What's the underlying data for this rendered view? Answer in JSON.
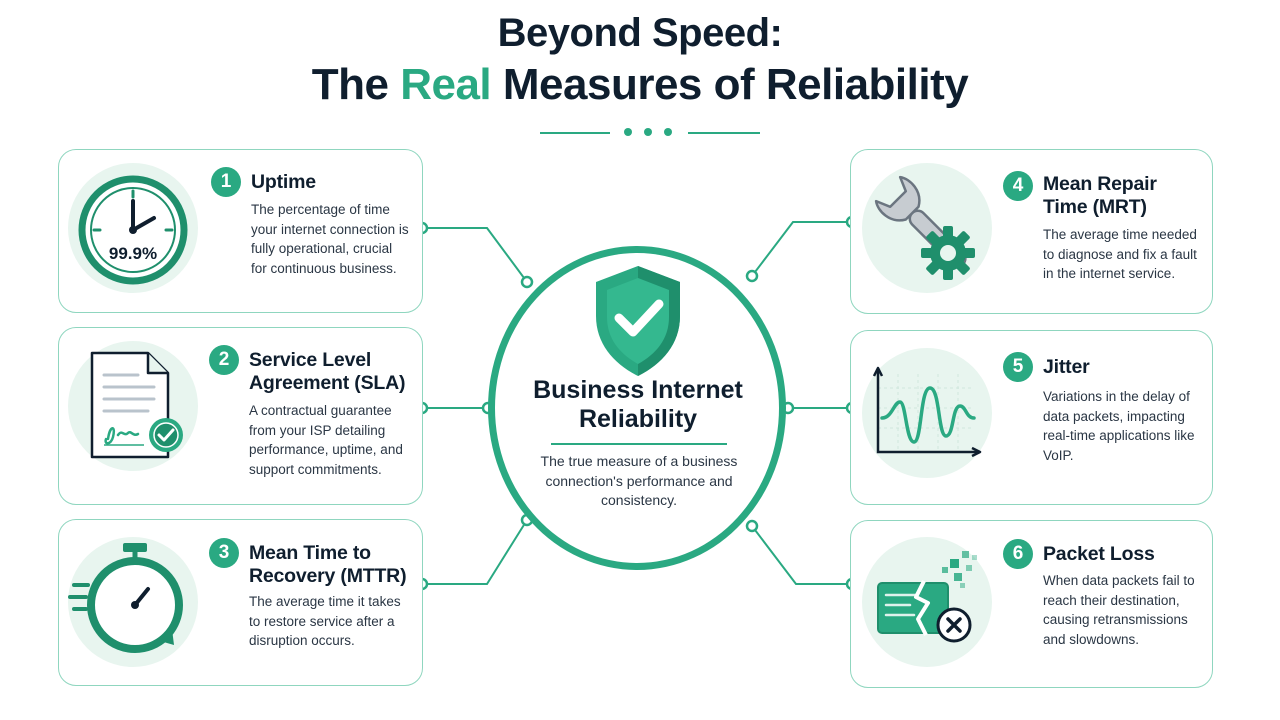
{
  "title": {
    "line1": "Beyond Speed:",
    "line2_prefix": "The ",
    "line2_accent": "Real",
    "line2_suffix": " Measures of Reliability"
  },
  "colors": {
    "accent": "#2aa982",
    "dark": "#0f1e2e",
    "card_border": "#8fd6bf",
    "icon_bg": "#e8f5ef"
  },
  "center": {
    "title": "Business Internet Reliability",
    "description": "The true measure of a business connection's performance and consistency.",
    "icon": "shield-check-icon"
  },
  "cards": [
    {
      "number": "1",
      "title": "Uptime",
      "description": "The percentage of time your internet connection is fully operational, crucial for continuous business.",
      "icon": "clock-icon",
      "icon_label": "99.9%"
    },
    {
      "number": "2",
      "title": "Service Level Agreement (SLA)",
      "description": "A contractual guarantee from your ISP detailing performance, uptime, and support commitments.",
      "icon": "contract-document-icon"
    },
    {
      "number": "3",
      "title": "Mean Time to Recovery (MTTR)",
      "description": "The average time it takes to restore service after a disruption occurs.",
      "icon": "stopwatch-icon"
    },
    {
      "number": "4",
      "title": "Mean Repair Time (MRT)",
      "description": "The average time needed to diagnose and fix a fault in the internet service.",
      "icon": "wrench-gear-icon"
    },
    {
      "number": "5",
      "title": "Jitter",
      "description": "Variations in the delay of data packets, impacting real-time applications like VoIP.",
      "icon": "waveform-chart-icon"
    },
    {
      "number": "6",
      "title": "Packet Loss",
      "description": "When data packets fail to reach their destination, causing retransmissions and slowdowns.",
      "icon": "broken-packet-icon"
    }
  ]
}
